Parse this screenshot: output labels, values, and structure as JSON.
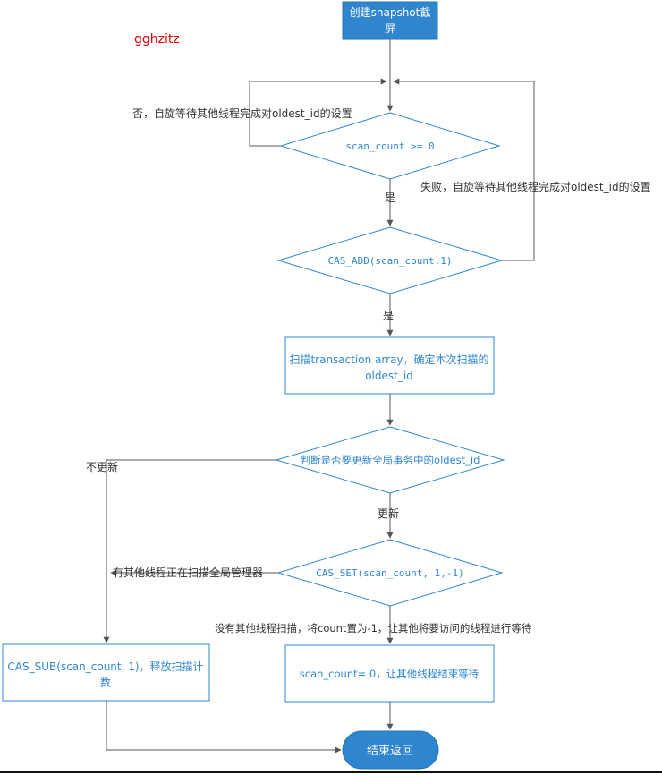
{
  "watermark": "gghzitz",
  "nodes": {
    "start_line1": "创建snapshot截",
    "start_line2": "屏",
    "decision1": "scan_count >= 0",
    "decision2": "CAS_ADD(scan_count,1)",
    "scan_line1": "扫描transaction array，确定本次扫描的",
    "scan_line2": "oldest_id",
    "decision3": "判断是否要更新全局事务中的oldest_id",
    "decision4": "CAS_SET(scan_count, 1,-1)",
    "sub_line1": "CAS_SUB(scan_count, 1)，释放扫描计",
    "sub_line2": "数",
    "zero": "scan_count= 0，让其他线程结束等待",
    "end": "结束返回"
  },
  "edges": {
    "no_spin": "否，自旋等待其他线程完成对oldest_id的设置",
    "yes1": "是",
    "fail_spin": "失败，自旋等待其他线程完成对oldest_id的设置",
    "yes2": "是",
    "no_update": "不更新",
    "update": "更新",
    "others_scanning": "有其他线程正在扫描全局管理器",
    "no_others": "没有其他线程扫描，将count置为-1，让其他将要访问的线程进行等待"
  },
  "colors": {
    "accent": "#2e87d1",
    "accent_fill": "#2f86cf",
    "line": "#555555",
    "watermark": "#e00000"
  }
}
